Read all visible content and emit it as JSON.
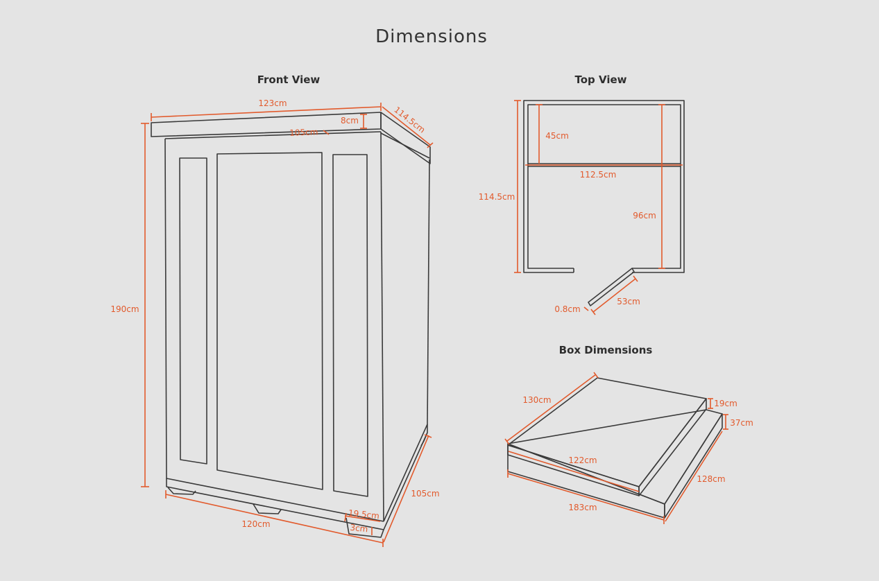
{
  "title": "Dimensions",
  "views": {
    "front": {
      "title": "Front View",
      "dims": {
        "width_top": "123cm",
        "depth_top": "114.5cm",
        "roof_height": "8cm",
        "inner_depth": "105cm",
        "height": "190cm",
        "width_bottom": "120cm",
        "depth_bottom": "105cm",
        "base_height": "19.5cm",
        "foot_height": "3cm"
      }
    },
    "top": {
      "title": "Top View",
      "dims": {
        "depth": "114.5cm",
        "bench_depth": "45cm",
        "inner_width": "112.5cm",
        "inner_depth": "96cm",
        "door_thickness": "0.8cm",
        "door_width": "53cm"
      }
    },
    "box": {
      "title": "Box Dimensions",
      "dims": {
        "top_length": "130cm",
        "top_height": "19cm",
        "bottom_height": "37cm",
        "top_width": "122cm",
        "bottom_length": "128cm",
        "bottom_width": "183cm"
      }
    }
  },
  "colors": {
    "background": "#e4e4e4",
    "outline": "#3a3a3a",
    "dimension": "#e25a2c"
  }
}
